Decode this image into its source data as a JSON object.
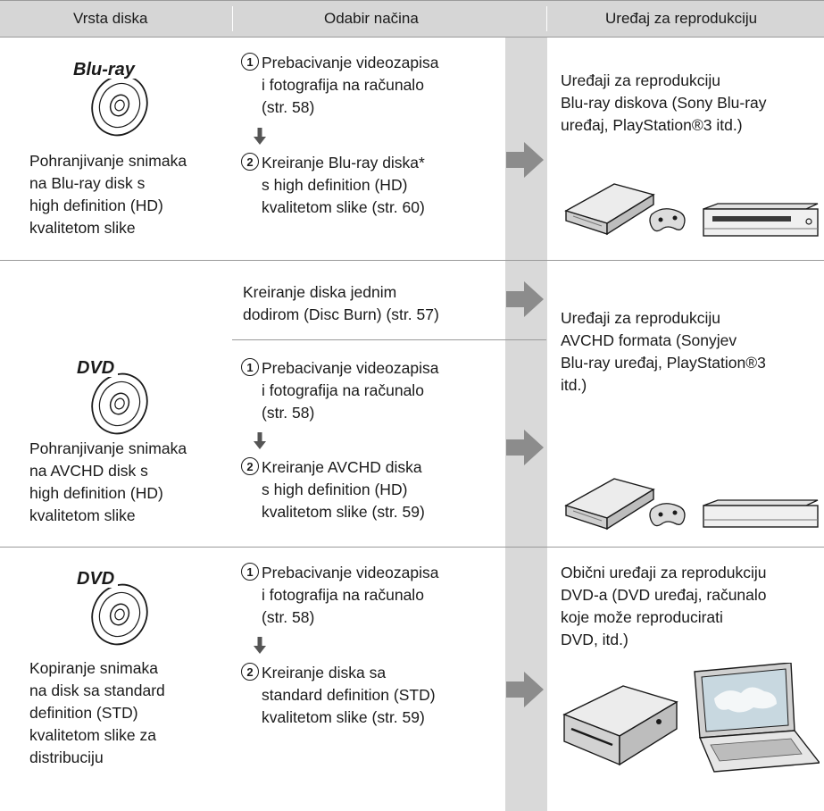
{
  "header": {
    "col1": "Vrsta diska",
    "col2": "Odabir načina",
    "col3": "Uređaj za reprodukciju"
  },
  "rows": [
    {
      "disc_logo": "Blu-ray",
      "disc_text": "Pohranjivanje snimaka\nna Blu-ray disk s\nhigh definition (HD)\nkvalitetom slike",
      "step1_num": "1",
      "step1": "Prebacivanje videozapisa\ni fotografija na računalo\n(str. 58)",
      "step2_num": "2",
      "step2": "Kreiranje Blu-ray diska*\ns high definition (HD)\nkvalitetom slike (str. 60)",
      "device_text": "Uređaji za reprodukciju\nBlu-ray diskova (Sony Blu-ray\nuređaj, PlayStation®3 itd.)",
      "device_icons": [
        "game-console-icon",
        "controller-icon",
        "bluray-player-icon"
      ]
    },
    {
      "disc_logo": "DVD",
      "disc_text": "Pohranjivanje snimaka\nna AVCHD disk s\nhigh definition (HD)\nkvalitetom slike",
      "one_touch": "Kreiranje diska jednim\ndodirom (Disc Burn) (str. 57)",
      "step1_num": "1",
      "step1": "Prebacivanje videozapisa\ni fotografija na računalo\n(str. 58)",
      "step2_num": "2",
      "step2": "Kreiranje AVCHD diska\ns high definition (HD)\nkvalitetom slike (str. 59)",
      "device_text": "Uređaji za reprodukciju\nAVCHD formata (Sonyjev\nBlu-ray uređaj, PlayStation®3\nitd.)",
      "device_icons": [
        "game-console-icon",
        "controller-icon",
        "bluray-player-icon"
      ]
    },
    {
      "disc_logo": "DVD",
      "disc_text": "Kopiranje snimaka\nna disk sa standard\ndefinition (STD)\nkvalitetom slike za\ndistribuciju",
      "step1_num": "1",
      "step1": "Prebacivanje videozapisa\ni fotografija na računalo\n(str. 58)",
      "step2_num": "2",
      "step2": "Kreiranje diska sa\nstandard definition (STD)\nkvalitetom slike (str. 59)",
      "device_text": "Obični uređaji za reprodukciju\nDVD-a (DVD uređaj, računalo\nkoje može reproducirati\nDVD, itd.)",
      "device_icons": [
        "dvd-player-icon",
        "laptop-icon"
      ]
    }
  ]
}
